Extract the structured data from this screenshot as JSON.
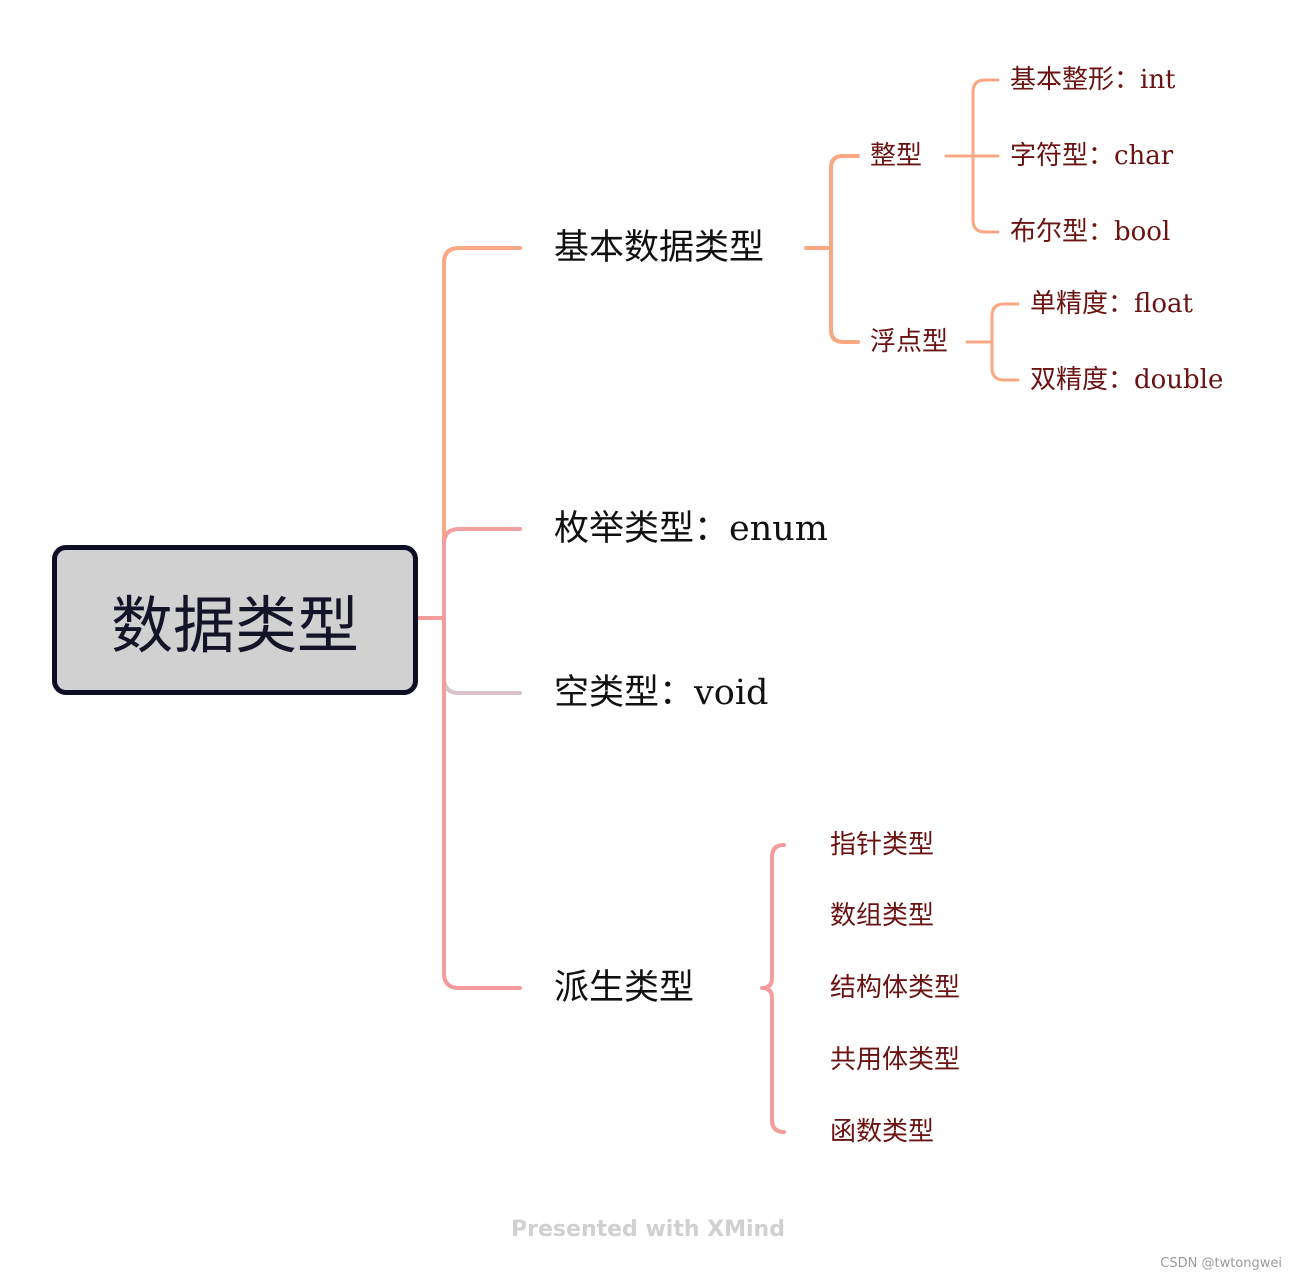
{
  "root": {
    "label": "数据类型"
  },
  "branches": {
    "basic": {
      "label": "基本数据类型",
      "integer": {
        "label": "整型",
        "items": [
          "基本整形：int",
          "字符型：char",
          "布尔型：bool"
        ]
      },
      "floating": {
        "label": "浮点型",
        "items": [
          "单精度：float",
          "双精度：double"
        ]
      }
    },
    "enum": {
      "label": "枚举类型：enum"
    },
    "void": {
      "label": "空类型：void"
    },
    "derived": {
      "label": "派生类型",
      "items": [
        "指针类型",
        "数组类型",
        "结构体类型",
        "共用体类型",
        "函数类型"
      ]
    }
  },
  "colors": {
    "root_fill": "#d1d1d1",
    "root_border": "#0d0d26",
    "connector_basic": "#f9a883",
    "connector_enum": "#f4a0a0",
    "connector_void": "#d9c3c8",
    "connector_derived": "#f59b9b",
    "level2_text": "#6b1212"
  },
  "footer": {
    "text": "Presented with XMind"
  },
  "watermark": {
    "text": "CSDN @twtongwei"
  }
}
